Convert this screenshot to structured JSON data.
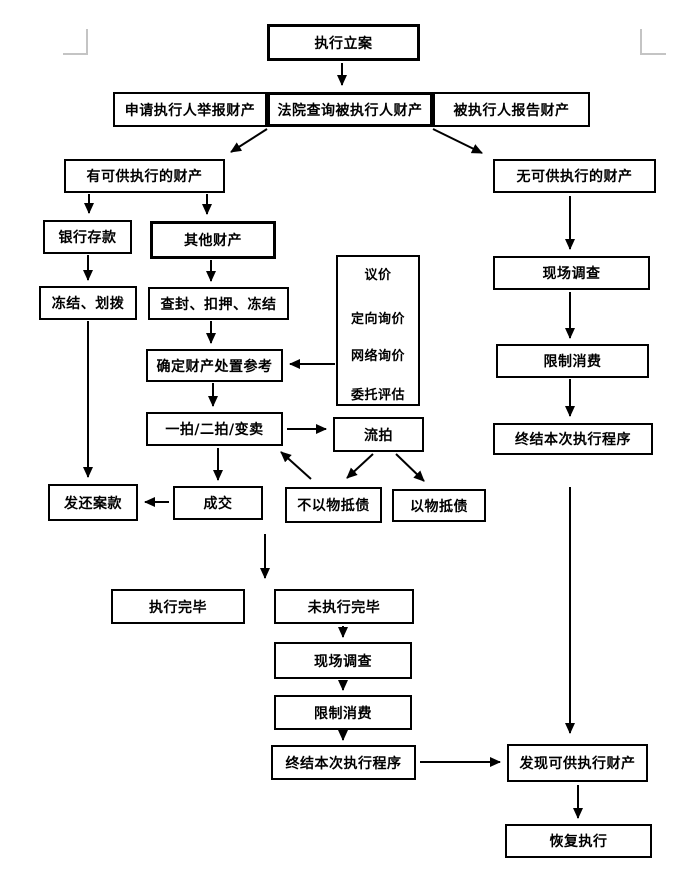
{
  "page": {
    "background_color": "#ffffff",
    "line_color": "#000000",
    "corner_mark_color": "#c4c4c4"
  },
  "nodes": {
    "start": {
      "label": "执行立案"
    },
    "report_by_applicant": {
      "label": "申请执行人举报财产"
    },
    "court_query": {
      "label": "法院查询被执行人财产"
    },
    "report_by_debtor": {
      "label": "被执行人报告财产"
    },
    "has_property": {
      "label": "有可供执行的财产"
    },
    "no_property": {
      "label": "无可供执行的财产"
    },
    "bank_deposit": {
      "label": "银行存款"
    },
    "other_property": {
      "label": "其他财产"
    },
    "freeze_transfer": {
      "label": "冻结、划拨"
    },
    "seal_detain_freeze": {
      "label": "查封、扣押、冻结"
    },
    "price_reference": {
      "label": "确定财产处置参考"
    },
    "auction_sale": {
      "label": "一拍/二拍/变卖"
    },
    "negotiated_price": {
      "label": "议价"
    },
    "directed_inquiry": {
      "label": "定向询价"
    },
    "online_inquiry": {
      "label": "网络询价"
    },
    "entrusted_appraisal": {
      "label": "委托评估"
    },
    "auction_failed": {
      "label": "流拍"
    },
    "site_survey_right": {
      "label": "现场调查"
    },
    "limit_consumption_right": {
      "label": "限制消费"
    },
    "terminate_right": {
      "label": "终结本次执行程序"
    },
    "return_funds": {
      "label": "发还案款"
    },
    "deal_closed": {
      "label": "成交"
    },
    "no_debt_offset": {
      "label": "不以物抵债"
    },
    "debt_offset": {
      "label": "以物抵债"
    },
    "execution_done": {
      "label": "执行完毕"
    },
    "execution_not_done": {
      "label": "未执行完毕"
    },
    "site_survey_bottom": {
      "label": "现场调查"
    },
    "limit_consumption_bottom": {
      "label": "限制消费"
    },
    "terminate_bottom": {
      "label": "终结本次执行程序"
    },
    "found_property": {
      "label": "发现可供执行财产"
    },
    "resume_execution": {
      "label": "恢复执行"
    }
  },
  "edges": [
    {
      "from": "start",
      "to": "court_query"
    },
    {
      "from": "inquiry_row",
      "to": "has_property"
    },
    {
      "from": "inquiry_row",
      "to": "no_property"
    },
    {
      "from": "has_property",
      "to": "bank_deposit"
    },
    {
      "from": "has_property",
      "to": "other_property"
    },
    {
      "from": "bank_deposit",
      "to": "freeze_transfer"
    },
    {
      "from": "freeze_transfer",
      "to": "return_funds"
    },
    {
      "from": "other_property",
      "to": "seal_detain_freeze"
    },
    {
      "from": "seal_detain_freeze",
      "to": "price_reference"
    },
    {
      "from": "negotiated_price",
      "to": "directed_inquiry"
    },
    {
      "from": "directed_inquiry",
      "to": "online_inquiry"
    },
    {
      "from": "online_inquiry",
      "to": "entrusted_appraisal"
    },
    {
      "from": "pricing_methods_box",
      "to": "price_reference"
    },
    {
      "from": "price_reference",
      "to": "auction_sale"
    },
    {
      "from": "auction_sale",
      "to": "auction_failed"
    },
    {
      "from": "auction_sale",
      "to": "deal_closed"
    },
    {
      "from": "deal_closed",
      "to": "return_funds"
    },
    {
      "from": "auction_failed",
      "to": "no_debt_offset"
    },
    {
      "from": "auction_failed",
      "to": "debt_offset"
    },
    {
      "from": "no_debt_offset",
      "to": "auction_sale"
    },
    {
      "from": "deal_closed",
      "to": "execution_outcome"
    },
    {
      "from": "execution_not_done",
      "to": "site_survey_bottom"
    },
    {
      "from": "site_survey_bottom",
      "to": "limit_consumption_bottom"
    },
    {
      "from": "limit_consumption_bottom",
      "to": "terminate_bottom"
    },
    {
      "from": "terminate_bottom",
      "to": "found_property"
    },
    {
      "from": "no_property",
      "to": "site_survey_right"
    },
    {
      "from": "site_survey_right",
      "to": "limit_consumption_right"
    },
    {
      "from": "limit_consumption_right",
      "to": "terminate_right"
    },
    {
      "from": "terminate_right",
      "to": "found_property"
    },
    {
      "from": "found_property",
      "to": "resume_execution"
    }
  ]
}
